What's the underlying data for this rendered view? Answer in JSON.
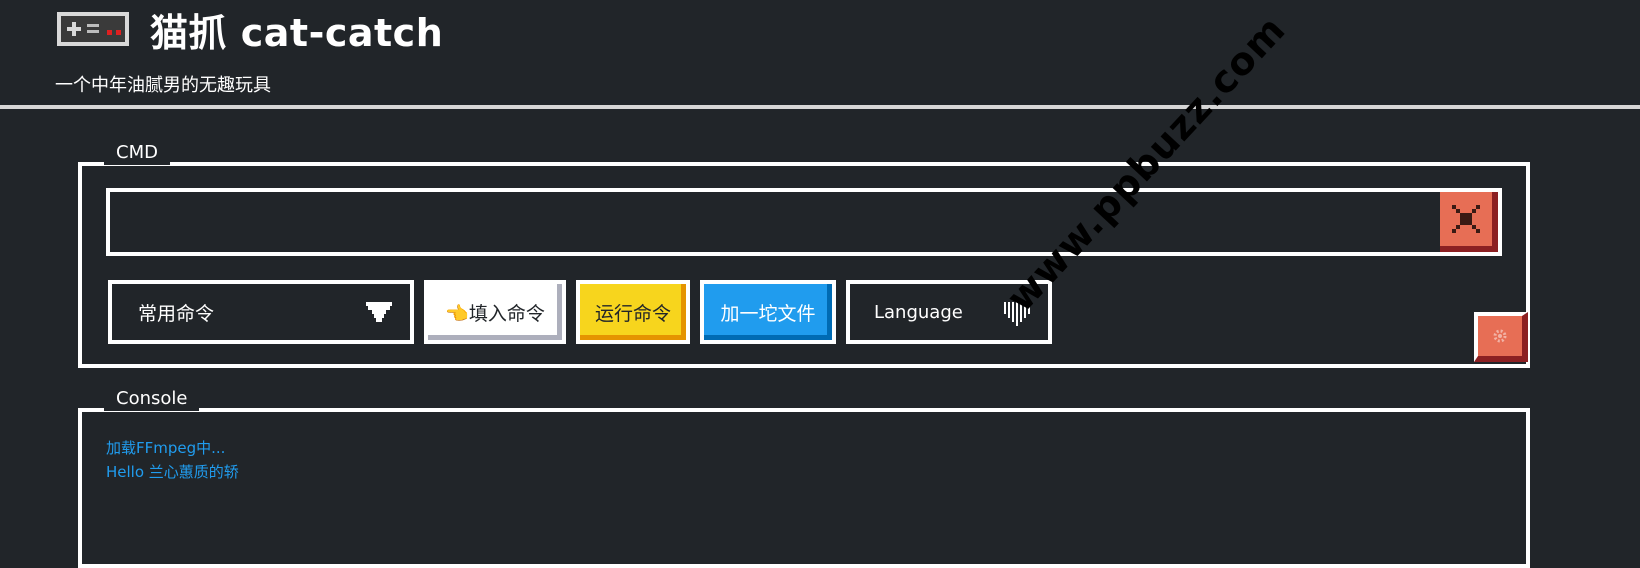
{
  "header": {
    "title": "猫抓 cat-catch",
    "subtitle": "一个中年油腻男的无趣玩具",
    "logo_icon": "gamepad-icon"
  },
  "cmd": {
    "legend": "CMD",
    "input_value": "",
    "clear_icon": "close-icon",
    "common_commands_label": "常用命令",
    "fill_label": "👈填入命令",
    "run_label": "运行命令",
    "add_file_label": "加一坨文件",
    "language_label": "Language",
    "settings_icon": "gear-icon"
  },
  "console": {
    "legend": "Console",
    "lines": [
      "加载FFmpeg中...",
      "Hello 兰心蕙质的轿"
    ]
  },
  "watermark": "www.ppbuzz.com",
  "colors": {
    "background": "#212529",
    "danger": "#e76e55",
    "warning": "#f7d51d",
    "primary": "#209cee",
    "console_text": "#209cee"
  }
}
